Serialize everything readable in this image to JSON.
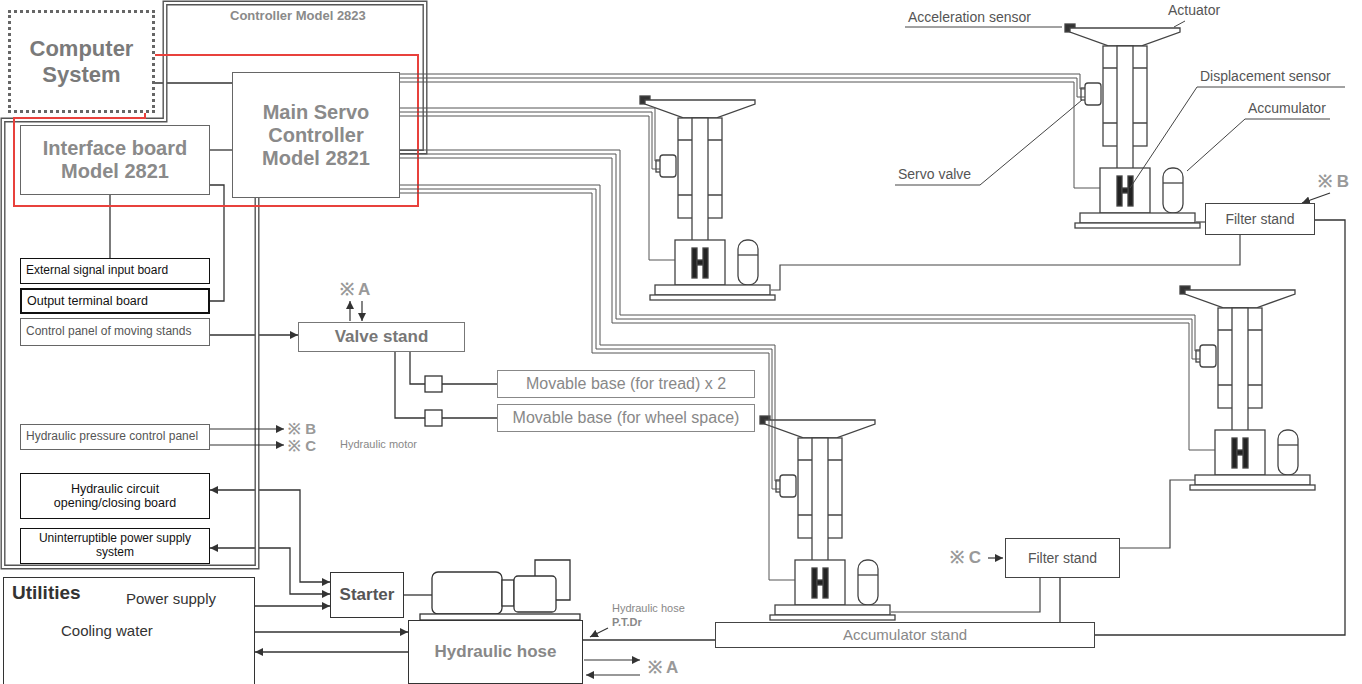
{
  "diagram": {
    "nodes": [
      {
        "text": [
          "Computer System"
        ]
      },
      {
        "text": [
          "Controller Model 2823"
        ]
      },
      {
        "text": [
          "Main Servo Controller Model 2821"
        ],
        "in": 1
      },
      {
        "text": [
          "Interface board Model 2821"
        ],
        "in": 1
      },
      {
        "text": [
          "External signal input board"
        ],
        "in": 1
      },
      {
        "text": [
          "Output terminal board"
        ],
        "in": 1
      },
      {
        "text": [
          "Control panel of moving stands"
        ],
        "in": 1
      },
      {
        "text": [
          "Hydraulic pressure control panel"
        ],
        "in": 1
      },
      {
        "text": [
          "Hydraulic circuit opening/closing board"
        ],
        "in": 1
      },
      {
        "text": [
          "Uninterruptible power supply system"
        ],
        "in": 1
      },
      {
        "text": [
          "Valve stand"
        ]
      },
      {
        "text": [
          "Movable base (for tread) x 2"
        ]
      },
      {
        "text": [
          "Movable base (for wheel space)"
        ]
      },
      {
        "text": [
          "Starter"
        ]
      },
      {
        "text": [
          "Hydraulic hose"
        ]
      },
      {
        "text": [
          "Filter stand"
        ]
      },
      {
        "text": [
          "Filter stand"
        ]
      },
      {
        "text": [
          "Accumulator stand"
        ]
      },
      {
        "text": [
          "Utilities",
          "Power supply",
          "Cooling water"
        ]
      }
    ],
    "edges": [
      {
        "from": 0,
        "to": 2,
        "arrow": "none"
      },
      {
        "from": 3,
        "to": 2,
        "arrow": "none"
      },
      {
        "from": 3,
        "to": 4,
        "arrow": "none"
      },
      {
        "from": 3,
        "to": 5,
        "arrow": "none"
      },
      {
        "from": 6,
        "to": 10,
        "arrow": "to"
      },
      {
        "from": 8,
        "to": 13,
        "arrow": "both"
      },
      {
        "from": 9,
        "to": 13,
        "arrow": "both"
      },
      {
        "from": 18,
        "to": 13,
        "arrow": "to"
      },
      {
        "from": 18,
        "to": 14,
        "arrow": "to"
      },
      {
        "from": 14,
        "to": 18,
        "arrow": "to"
      },
      {
        "from": 10,
        "to": 11,
        "arrow": "none"
      },
      {
        "from": 10,
        "to": 12,
        "arrow": "none"
      },
      {
        "from": 14,
        "to": 17,
        "arrow": "none"
      },
      {
        "from": 17,
        "to": 16,
        "arrow": "none"
      },
      {
        "from": 17,
        "to": 15,
        "arrow": "none"
      }
    ],
    "labels": [
      "Acceleration sensor",
      "Actuator",
      "Servo valve",
      "Displacement sensor",
      "Accumulator",
      "※ B",
      "※ A",
      "※ B",
      "※ C",
      "Hydraulic motor",
      "Hydraulic hose",
      "P.T.Dr",
      "※ C",
      "※ A"
    ]
  }
}
